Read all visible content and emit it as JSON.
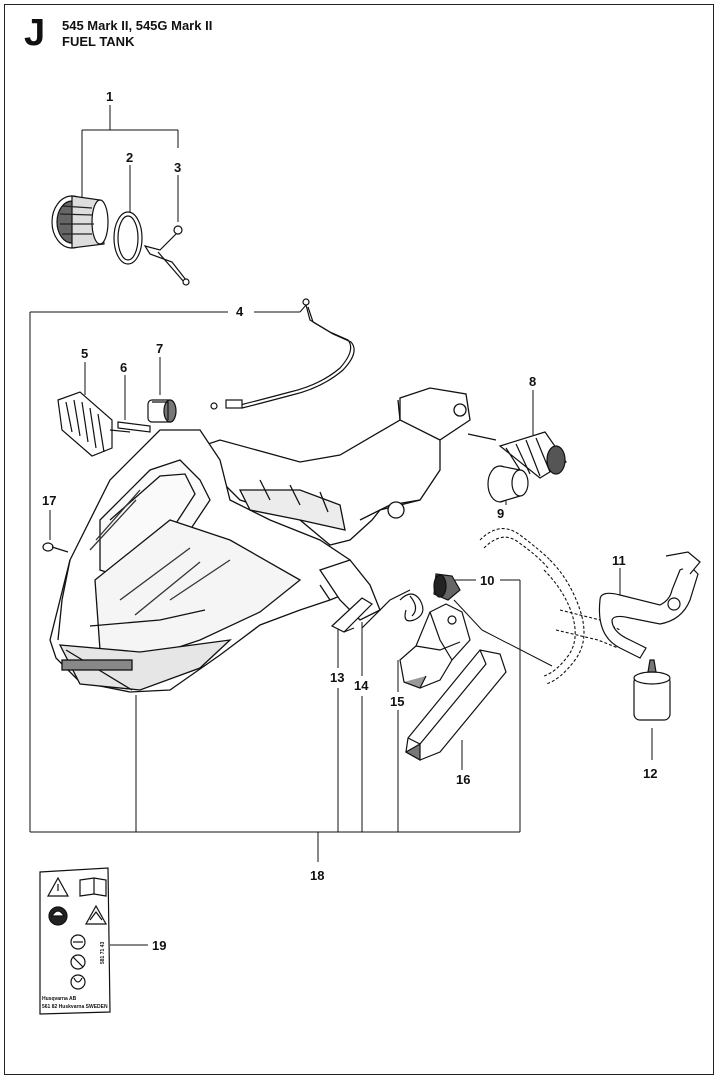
{
  "header": {
    "section_letter": "J",
    "model": "545 Mark II, 545G Mark II",
    "title": "FUEL TANK"
  },
  "callouts": [
    "1",
    "2",
    "3",
    "4",
    "5",
    "6",
    "7",
    "8",
    "9",
    "10",
    "11",
    "12",
    "13",
    "14",
    "15",
    "16",
    "17",
    "18",
    "19"
  ],
  "decal": {
    "company": "Husqvarna AB",
    "address": "561 82 Huskvarna SWEDEN",
    "code": "581 71 43"
  },
  "colors": {
    "line": "#111111",
    "part_fill": "#ffffff",
    "shade": "#cfcfcf",
    "dark": "#555555"
  }
}
